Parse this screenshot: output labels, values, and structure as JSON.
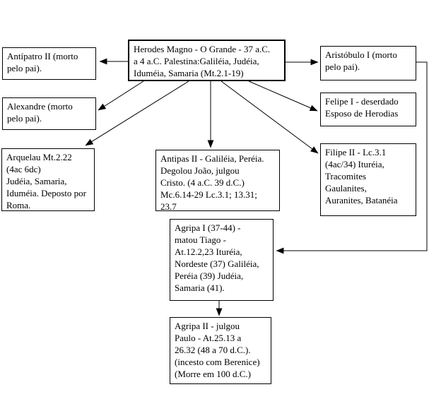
{
  "nodes": {
    "herodes": {
      "lines": [
        "Herodes Magno - O Grande - 37 a.C.",
        "a 4 a.C. Palestina:Galiléia, Judéia,",
        "Iduméia, Samaria (Mt.2.1-19)"
      ]
    },
    "antipatro": {
      "lines": [
        "Antípatro II (morto",
        "pelo pai)."
      ]
    },
    "alexandre": {
      "lines": [
        "Alexandre (morto",
        "pelo pai)."
      ]
    },
    "arquelau": {
      "lines": [
        "Arquelau  Mt.2.22",
        "(4ac 6dc)",
        "Judéia, Samaria,",
        "Iduméia. Deposto por",
        "Roma."
      ]
    },
    "aristobulo": {
      "lines": [
        "Aristóbulo I (morto",
        "pelo pai)."
      ]
    },
    "felipe1": {
      "lines": [
        "Felipe I - deserdado",
        "Esposo de Herodias"
      ]
    },
    "filipe2": {
      "lines": [
        "Filipe II - Lc.3.1",
        "(4ac/34) Ituréia,",
        "Tracomites",
        "Gaulanites,",
        "Auranites, Batanéia"
      ]
    },
    "antipas": {
      "lines": [
        "Antipas II - Galiléia, Peréia.",
        "Degolou João, julgou",
        "Cristo. (4 a.C. 39 d.C.)",
        "Mc.6.14-29 Lc.3.1; 13.31;",
        "23.7"
      ]
    },
    "agripa1": {
      "lines": [
        "Agripa I  (37-44) -",
        "matou Tiago -",
        "At.12.2,23 Ituréia,",
        "Nordeste (37) Galiléia,",
        "Peréia (39) Judéia,",
        "Samaria (41)."
      ]
    },
    "agripa2": {
      "lines": [
        "Agripa II - julgou",
        "Paulo - At.25.13 a",
        "26.32 (48 a 70 d.C.).",
        "(incesto com Berenice)",
        "(Morre em 100 d.C.)"
      ]
    }
  },
  "connections": [
    {
      "from": "herodes",
      "to": "antipatro"
    },
    {
      "from": "herodes",
      "to": "aristobulo"
    },
    {
      "from": "herodes",
      "to": "alexandre"
    },
    {
      "from": "herodes",
      "to": "arquelau"
    },
    {
      "from": "herodes",
      "to": "antipas"
    },
    {
      "from": "herodes",
      "to": "felipe1"
    },
    {
      "from": "herodes",
      "to": "filipe2"
    },
    {
      "from": "aristobulo",
      "to": "agripa1"
    },
    {
      "from": "agripa1",
      "to": "agripa2"
    }
  ],
  "colors": {
    "line": "#000000",
    "background": "#ffffff",
    "text": "#000000"
  }
}
